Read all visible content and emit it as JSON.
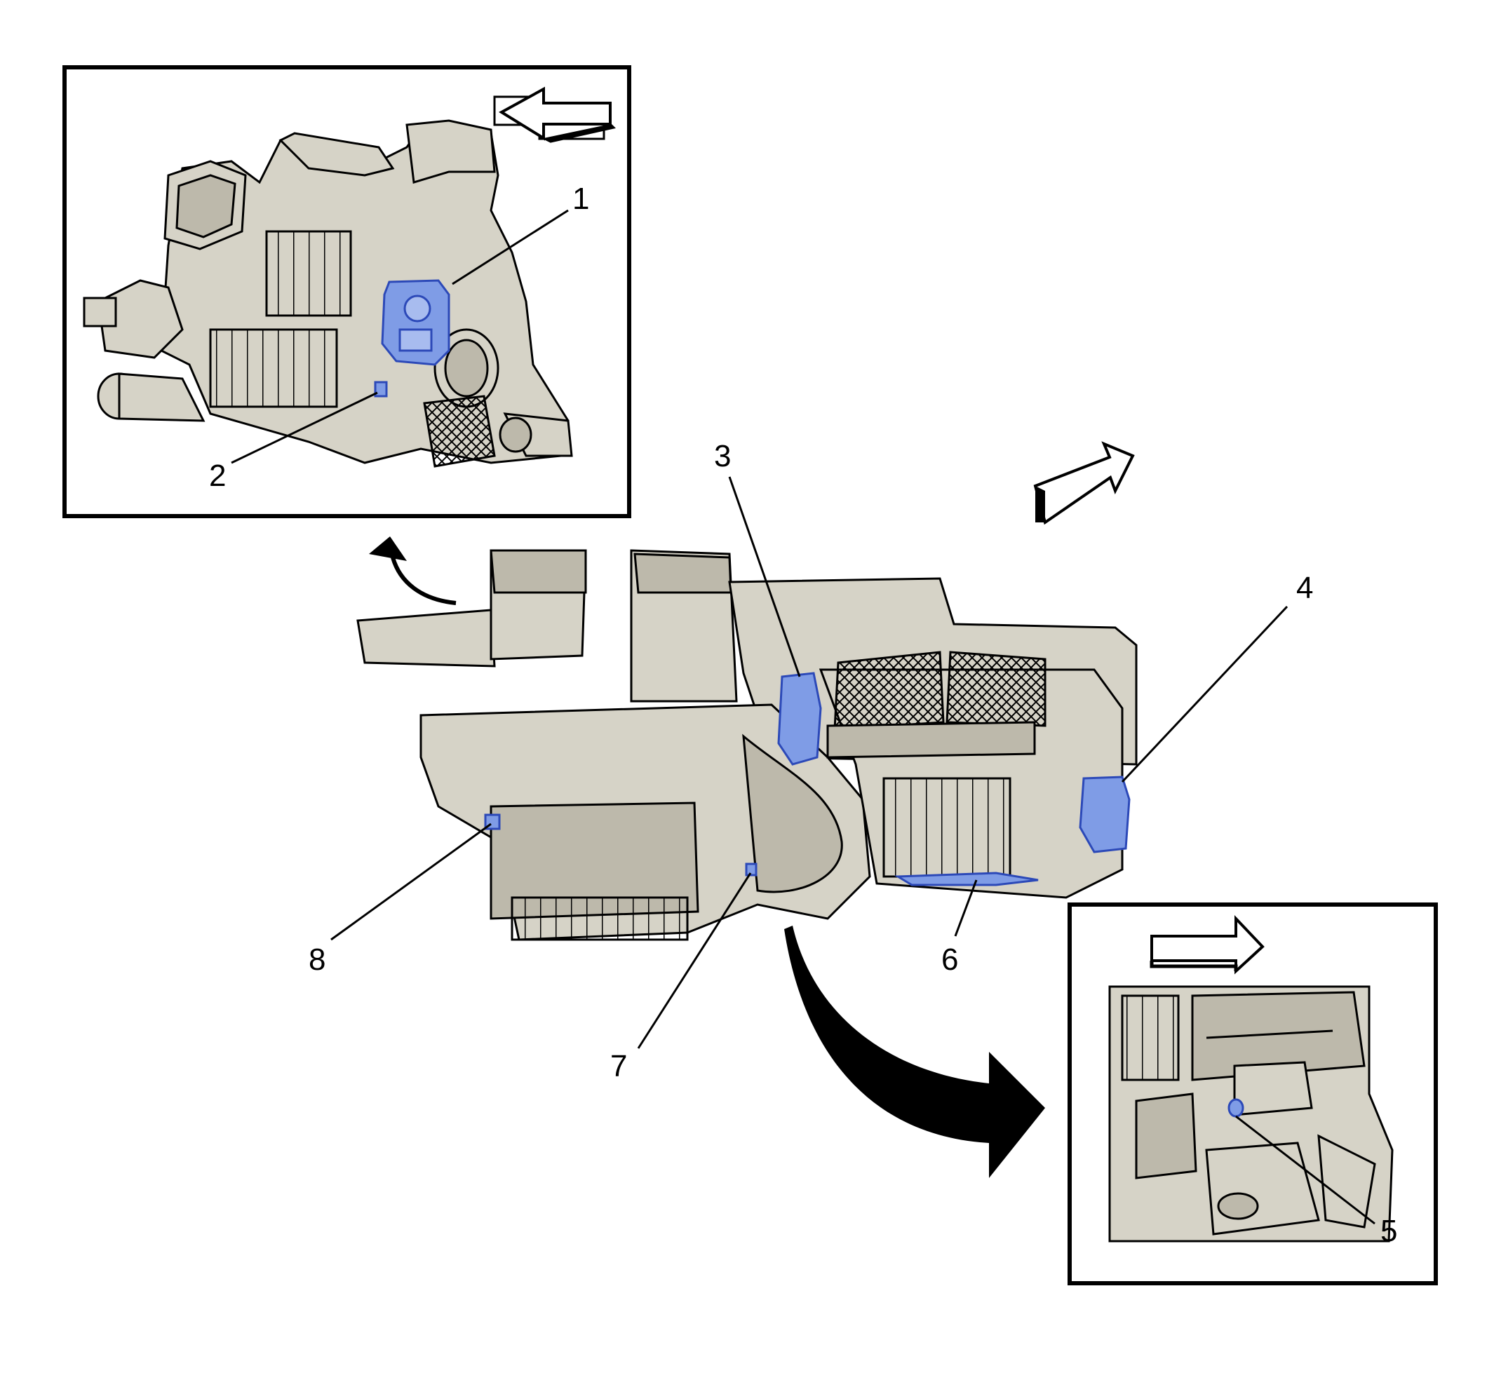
{
  "callouts": {
    "c1": "1",
    "c2": "2",
    "c3": "3",
    "c4": "4",
    "c5": "5",
    "c6": "6",
    "c7": "7",
    "c8": "8"
  },
  "colors": {
    "housing_fill": "#d6d3c7",
    "housing_shadow": "#bdb9ab",
    "actuator_fill": "#7f9ce6",
    "actuator_stroke": "#2c49b8",
    "line": "#000000",
    "background": "#ffffff"
  },
  "icons": {
    "inset_top_arrow": "arrow-left-outline-icon",
    "inset_bottom_arrow": "arrow-right-outline-icon",
    "orientation_arrow": "arrow-up-right-outline-icon",
    "link_arrow_top": "curved-arrow-icon",
    "link_arrow_bottom": "curved-arrow-filled-icon"
  }
}
